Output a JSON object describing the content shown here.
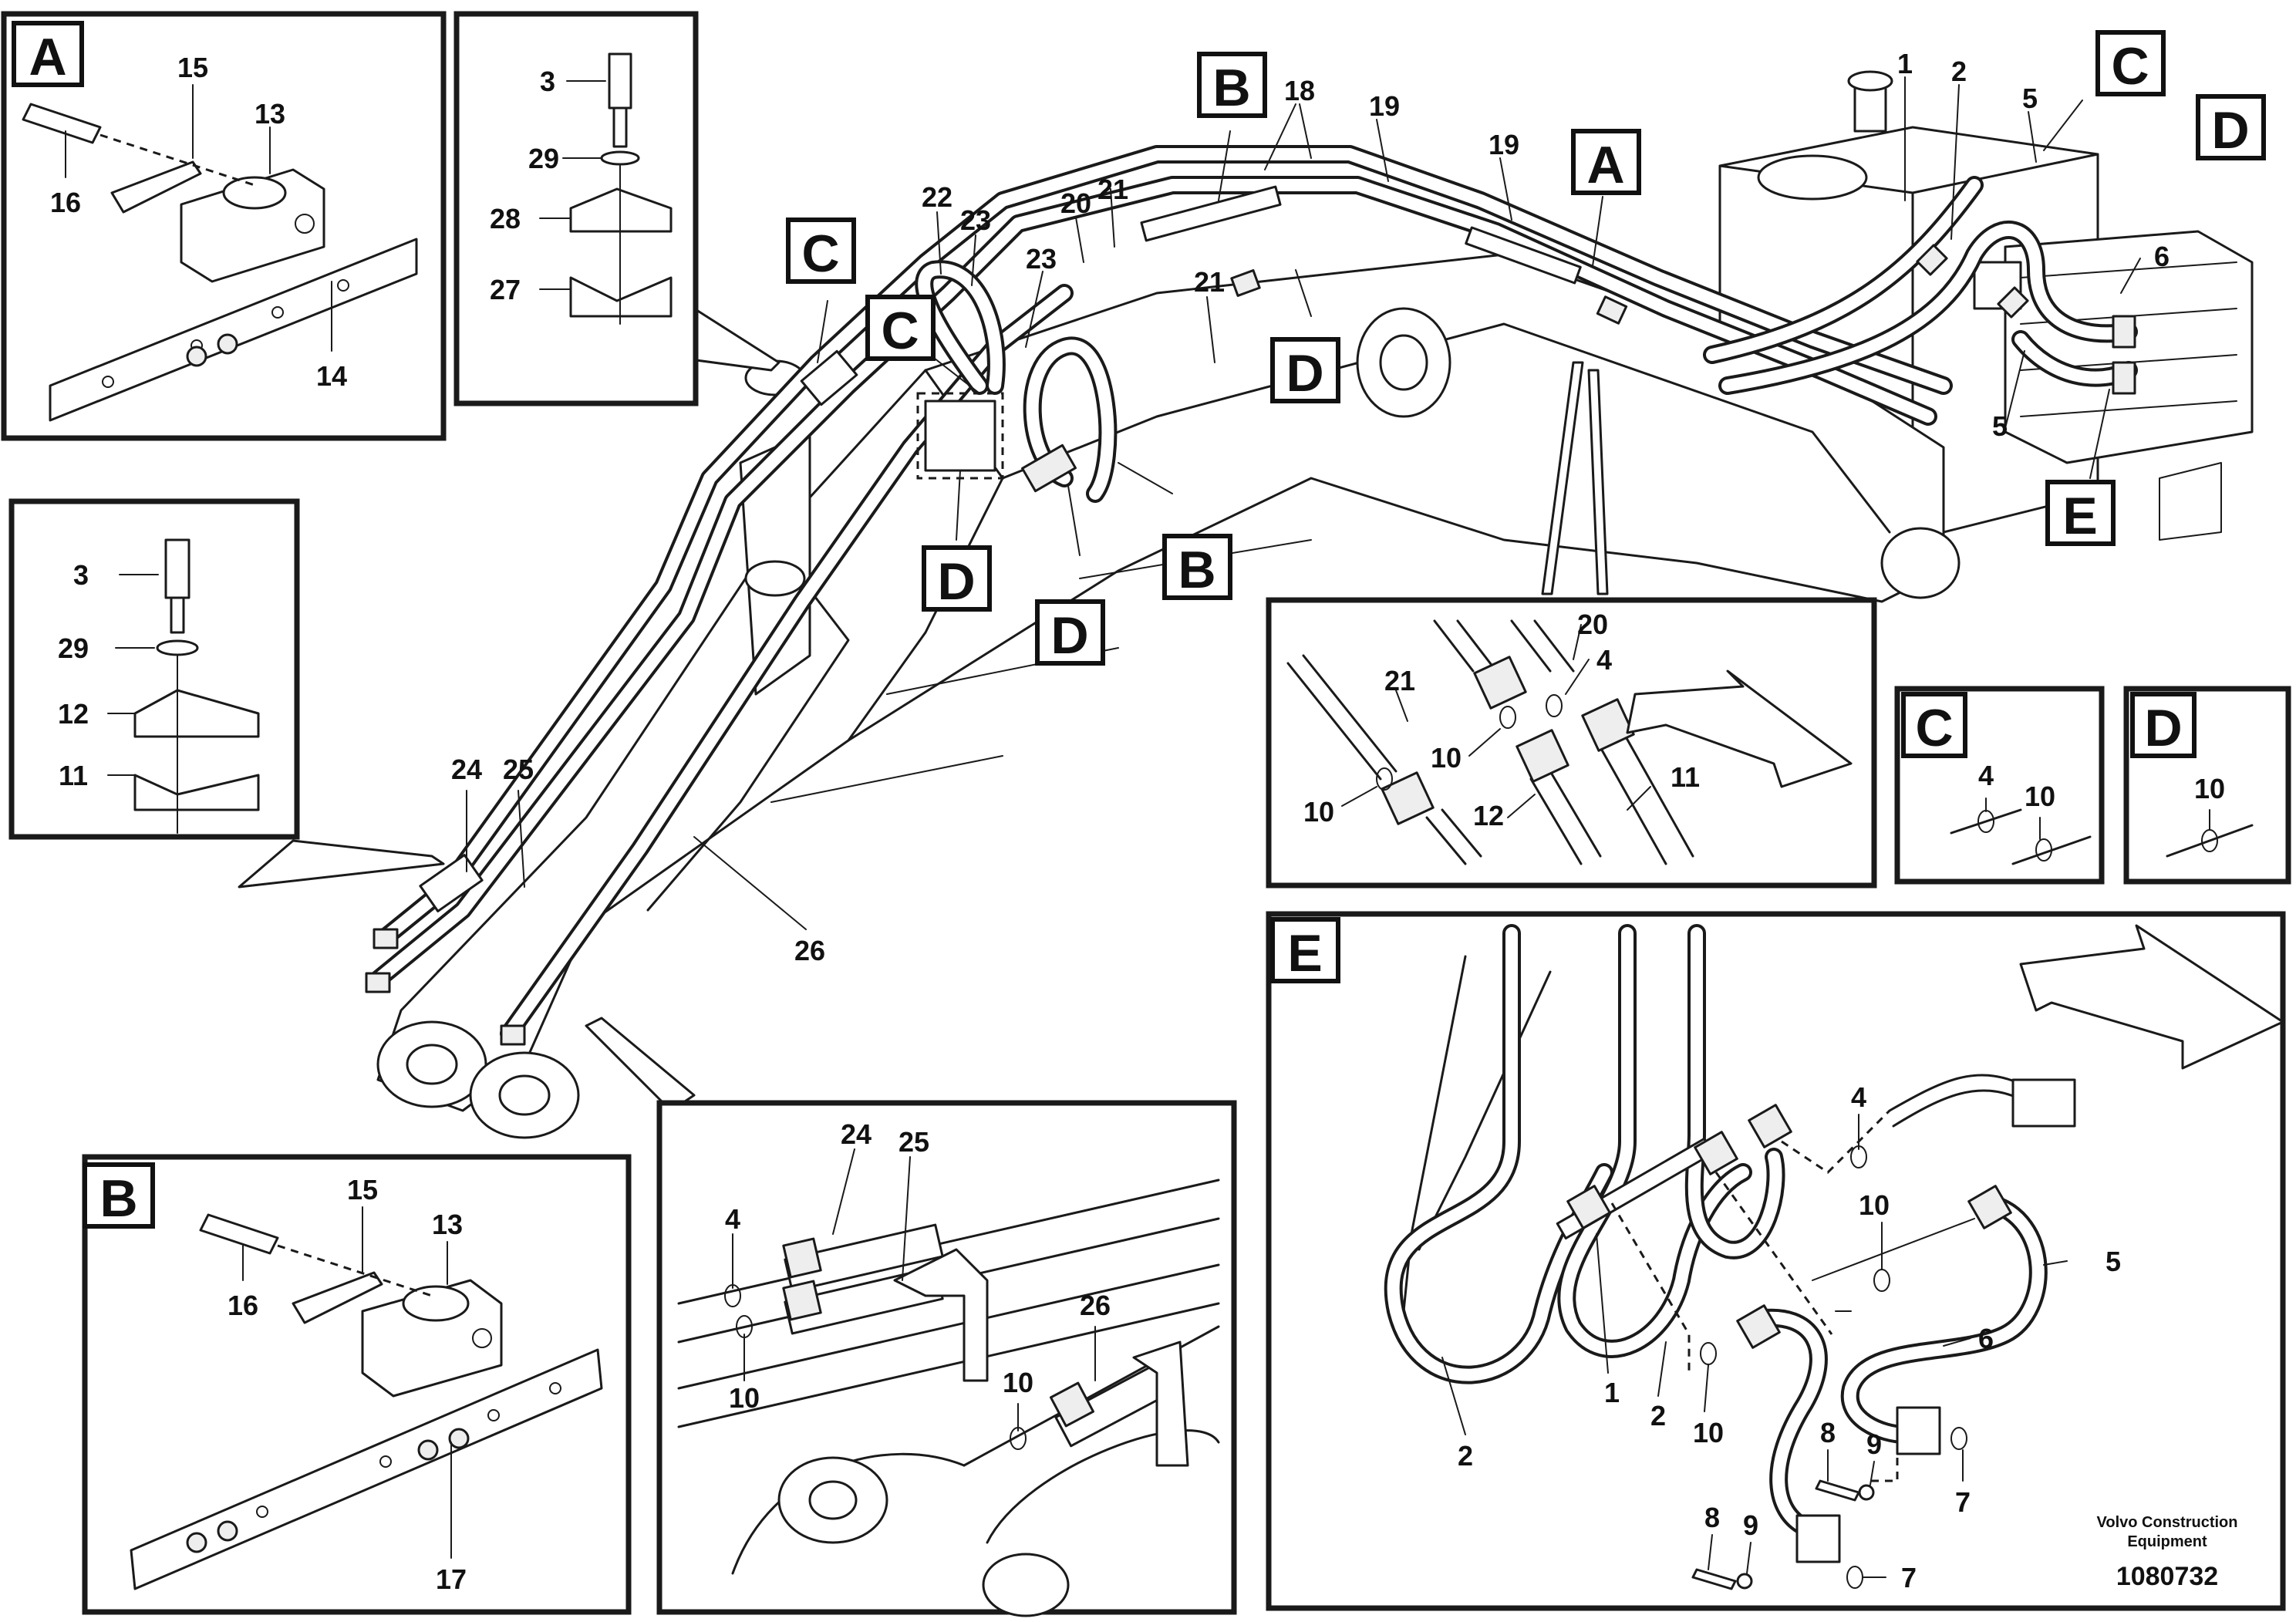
{
  "colors": {
    "line": "#1a1a1a",
    "background": "#ffffff"
  },
  "views": {
    "A": "A",
    "B": "B",
    "C": "C",
    "D": "D",
    "E": "E"
  },
  "callouts": {
    "c1": "1",
    "c2": "2",
    "c3": "3",
    "c4": "4",
    "c5": "5",
    "c6": "6",
    "c7": "7",
    "c8": "8",
    "c9": "9",
    "c10": "10",
    "c11": "11",
    "c12": "12",
    "c13": "13",
    "c14": "14",
    "c15": "15",
    "c16": "16",
    "c17": "17",
    "c18": "18",
    "c19": "19",
    "c20": "20",
    "c21": "21",
    "c22": "22",
    "c23": "23",
    "c24": "24",
    "c25": "25",
    "c26": "26",
    "c27": "27",
    "c28": "28",
    "c29": "29"
  },
  "footer": {
    "brand_line1": "Volvo Construction",
    "brand_line2": "Equipment",
    "part_number": "1080732"
  }
}
